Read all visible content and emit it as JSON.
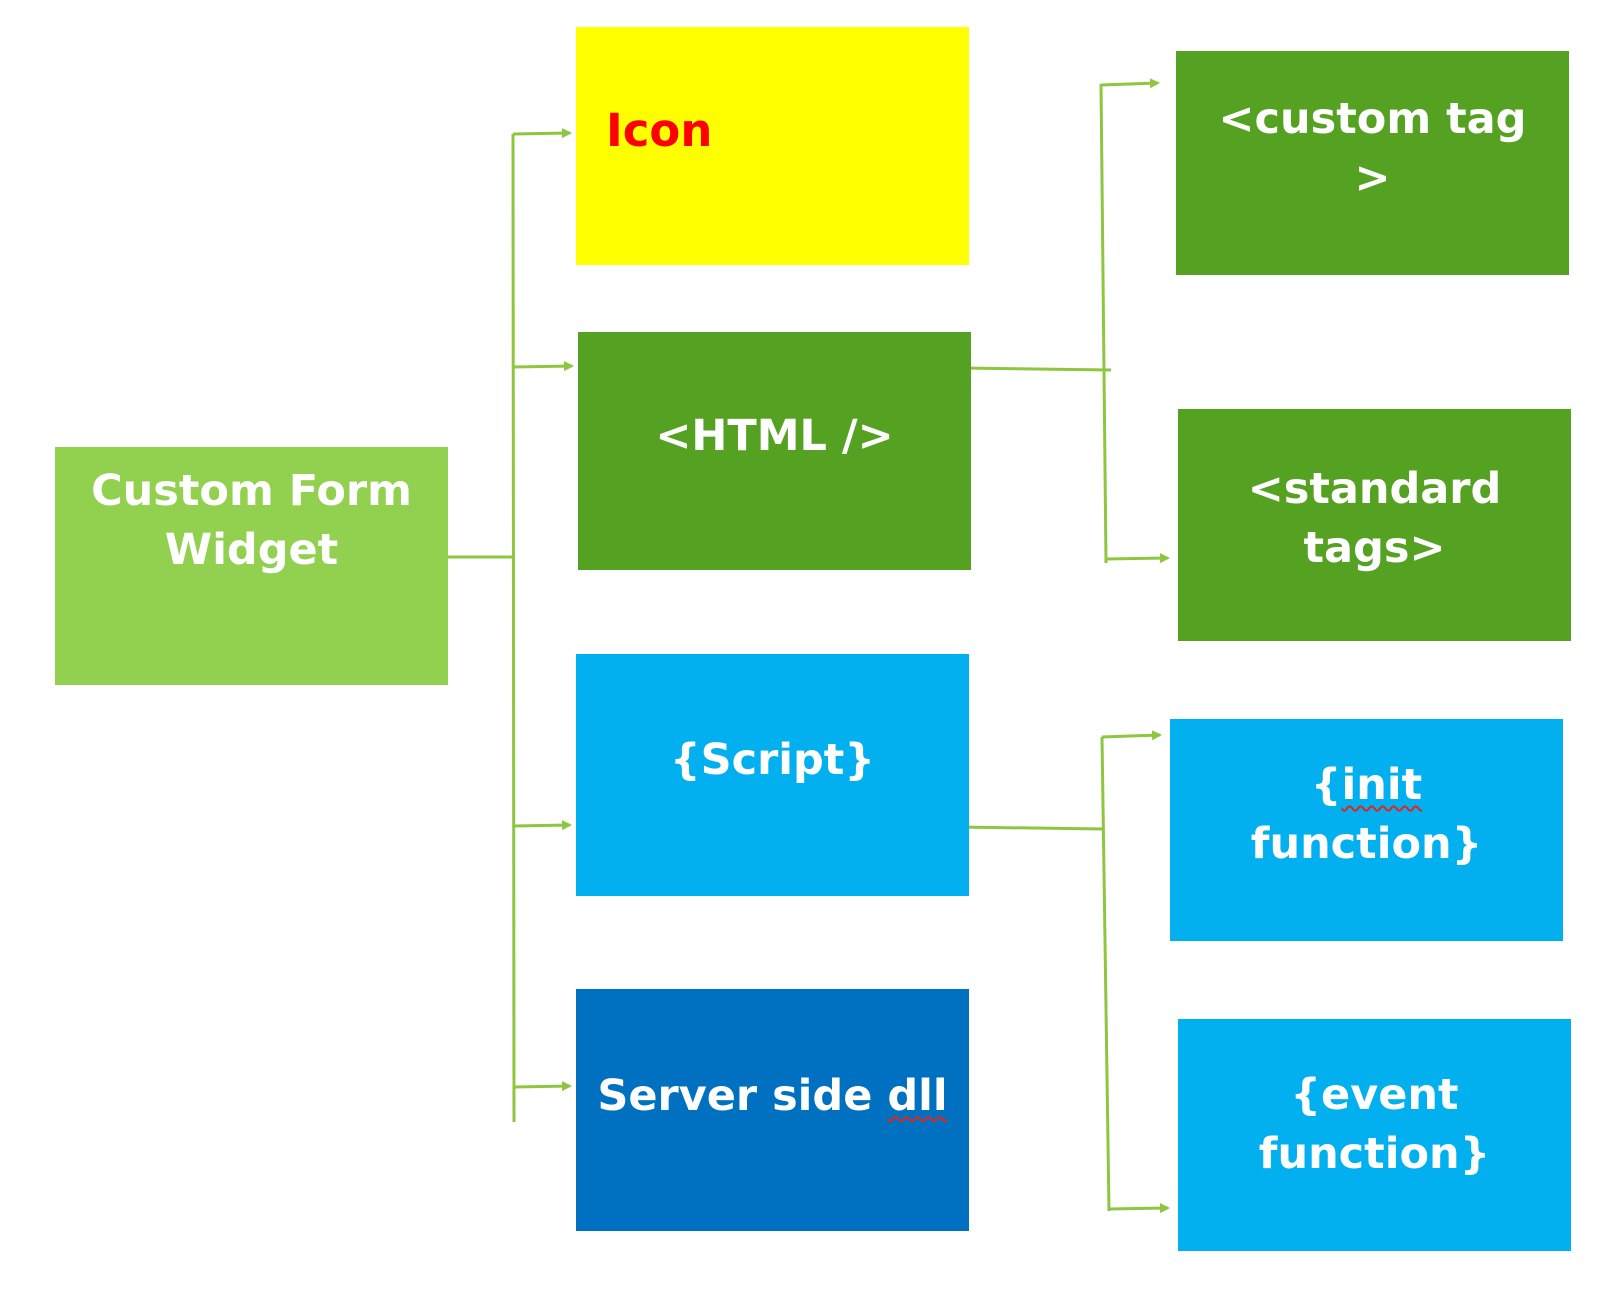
{
  "diagram": {
    "nodes": {
      "root": {
        "label": "Custom Form Widget"
      },
      "icon": {
        "label": "Icon"
      },
      "html": {
        "label": "<HTML />"
      },
      "script": {
        "label": "{Script}"
      },
      "server": {
        "label_main": "Server side ",
        "label_flagged": "dll"
      },
      "custom_tag": {
        "label": "<custom tag >"
      },
      "standard_tags": {
        "label": "<standard tags>"
      },
      "init_function": {
        "label_open": "{",
        "label_flagged": "init",
        "label_rest": " function}"
      },
      "event_function": {
        "label": "{event function}"
      }
    },
    "edges": [
      {
        "from": "root",
        "to": "icon"
      },
      {
        "from": "root",
        "to": "html"
      },
      {
        "from": "root",
        "to": "script"
      },
      {
        "from": "root",
        "to": "server"
      },
      {
        "from": "html",
        "to": "custom_tag"
      },
      {
        "from": "html",
        "to": "standard_tags"
      },
      {
        "from": "script",
        "to": "init_function"
      },
      {
        "from": "script",
        "to": "event_function"
      }
    ],
    "colors": {
      "root_fill": "#92d050",
      "icon_fill": "#ffff00",
      "icon_text": "#ff0000",
      "html_group_fill": "#55a122",
      "script_group_fill": "#02b0ef",
      "server_fill": "#0070c0",
      "connector": "#8dc63f",
      "box_text": "#ffffff",
      "spellcheck_underline": "#e0261b"
    }
  }
}
